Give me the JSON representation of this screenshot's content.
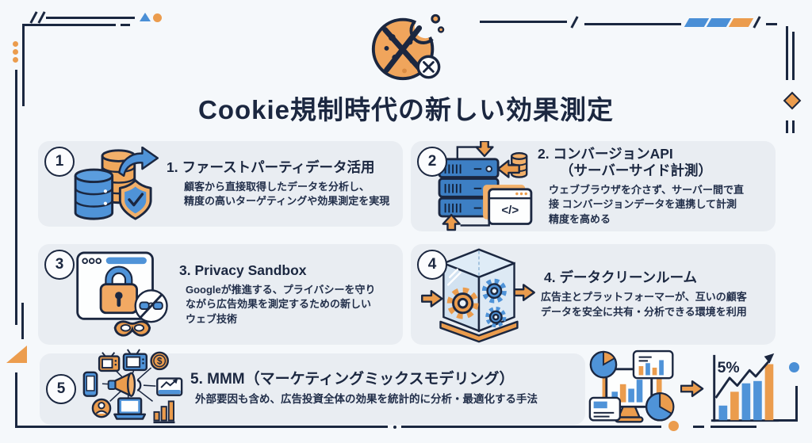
{
  "page": {
    "title": "Cookie規制時代の新しい効果測定",
    "background": "#f5f8fb"
  },
  "colors": {
    "navy": "#1b2740",
    "blue": "#4f93d8",
    "orange": "#eb9c4d",
    "card_bg": "#e9edf2"
  },
  "header": {
    "icon": "blocked-cookie-icon"
  },
  "cards": [
    {
      "number": "1",
      "icon": "database-shield-icon",
      "title": "1. ファーストパーティデータ活用",
      "description": "顧客から直接取得したデータを分析し、\n精度の高いターゲティングや効果測定を実現"
    },
    {
      "number": "2",
      "icon": "server-api-icon",
      "title": "2. コンバージョンAPI",
      "title_line2": "（サーバーサイド計測）",
      "description": "ウェブブラウザを介さず、サーバー間で直\n接 コンバージョンデータを連携して計測\n精度を高める"
    },
    {
      "number": "3",
      "icon": "browser-privacy-lock-icon",
      "title": "3. Privacy Sandbox",
      "description": "Googleが推進する、プライバシーを守り\nながら広告効果を測定するための新しい\nウェブ技術"
    },
    {
      "number": "4",
      "icon": "data-clean-room-cube-icon",
      "title": "4. データクリーンルーム",
      "description": "広告主とプラットフォーマーが、互いの顧客\nデータを安全に共有・分析できる環境を利用"
    },
    {
      "number": "5",
      "icon": "marketing-channels-megaphone-icon",
      "title": "5. MMM（マーケティングミックスモデリング）",
      "description": "外部要因も含め、広告投資全体の効果を統計的に分析・最適化する手法"
    }
  ],
  "mmm_visual": {
    "dashboard_icon": "analytics-dashboard-icon",
    "arrow_icon": "arrow-right-icon",
    "growth_chart_icon": "growth-bar-chart-icon",
    "growth_label": "5%"
  },
  "icon_labels": {
    "code": "</>",
    "dollar": "$"
  }
}
